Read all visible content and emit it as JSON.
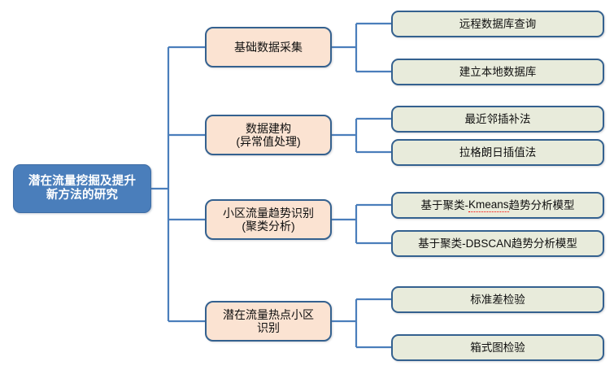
{
  "diagram": {
    "title": "潜在流量挖掘及提升新方法的研究",
    "type": "tree-mindmap",
    "colors": {
      "root_fill": "#4a7ebb",
      "root_text": "#ffffff",
      "level2_fill": "#fbe3d2",
      "level3_fill": "#e8ebdb",
      "node_border": "#34618f",
      "connector": "#4a7ebb",
      "spellcheck_underline": "#ff0000"
    },
    "root": {
      "label": "潜在流量挖掘及提升\n新方法的研究",
      "line1": "潜在流量挖掘及提升",
      "line2": "新方法的研究"
    },
    "branches": [
      {
        "label": "基础数据采集",
        "children": [
          {
            "label": "远程数据库查询"
          },
          {
            "label": "建立本地数据库"
          }
        ]
      },
      {
        "label": "数据建构\n(异常值处理)",
        "children": [
          {
            "label": "最近邻插补法"
          },
          {
            "label": "拉格朗日插值法"
          }
        ]
      },
      {
        "label": "小区流量趋势识别\n(聚类分析)",
        "children": [
          {
            "label": "基于聚类-Kmeans趋势分析模型",
            "spellcheck_flag": "Kmeans"
          },
          {
            "label": "基于聚类-DBSCAN趋势分析模型"
          }
        ]
      },
      {
        "label": "潜在流量热点小区\n识别",
        "children": [
          {
            "label": "标准差检验"
          },
          {
            "label": "箱式图检验"
          }
        ]
      }
    ]
  }
}
